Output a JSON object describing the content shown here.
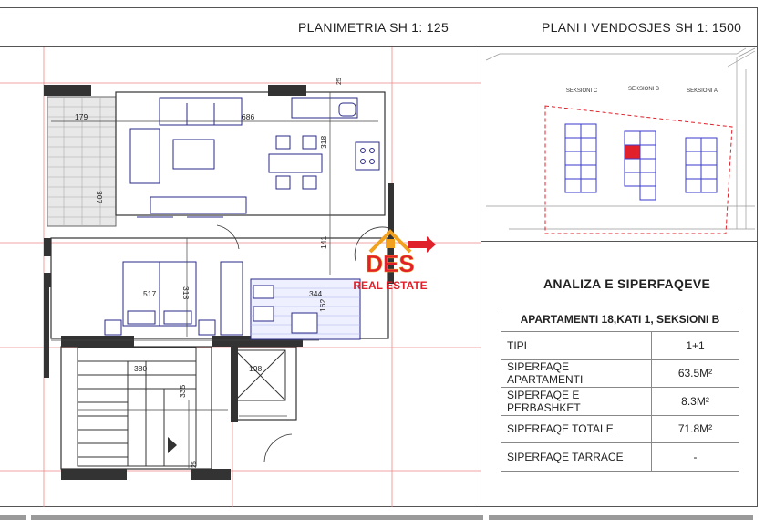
{
  "header": {
    "plan_title": "PLANIMETRIA  SH 1: 125",
    "site_title": "PLANI I VENDOSJES SH 1: 1500"
  },
  "plan": {
    "dims": {
      "d179": "179",
      "d307": "307",
      "d686": "686",
      "d318a": "318",
      "d141": "141",
      "d318b": "318",
      "d517": "517",
      "d344": "344",
      "d162": "162",
      "d380": "380",
      "d198": "198",
      "d335": "335",
      "d25a": "25",
      "d25b": "25"
    }
  },
  "site": {
    "sections": [
      "SEKSIONI C",
      "SEKSIONI B",
      "SEKSIONI A"
    ]
  },
  "logo": {
    "mark": "DES",
    "subtitle": "REAL ESTATE"
  },
  "analysis": {
    "title": "ANALIZA E SIPERFAQEVE",
    "apartment": "APARTAMENTI  18,KATI 1, SEKSIONI B",
    "rows": [
      {
        "label": "TIPI",
        "value": "1+1"
      },
      {
        "label": "SIPERFAQE APARTAMENTI",
        "value": "63.5M²"
      },
      {
        "label": "SIPERFAQE E PERBASHKET",
        "value": "8.3M²"
      },
      {
        "label": "SIPERFAQE TOTALE",
        "value": "71.8M²"
      },
      {
        "label": "SIPERFAQE TARRACE",
        "value": "-"
      }
    ]
  },
  "colors": {
    "wall": "#333333",
    "dim_line": "#e05a5a",
    "highlight": "#e0202a",
    "site_blue": "#3a3acc",
    "logo_orange": "#f2a11f"
  }
}
